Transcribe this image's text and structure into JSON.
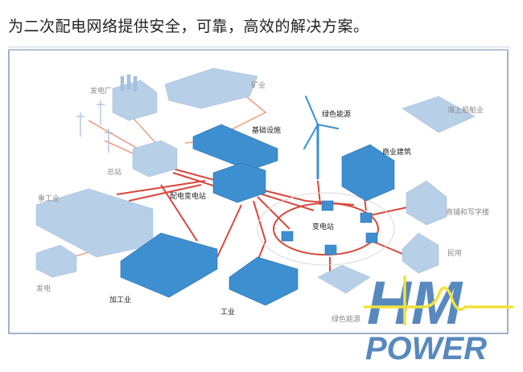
{
  "headline": "为二次配电网络提供安全，可靠，高效的解决方案。",
  "diagram": {
    "type": "power-distribution-network",
    "nodes": [
      {
        "id": "power-plant",
        "label": "发电厂",
        "style": "light"
      },
      {
        "id": "mining",
        "label": "矿业",
        "style": "light"
      },
      {
        "id": "infrastructure",
        "label": "基础设施",
        "style": "dark"
      },
      {
        "id": "green-energy-wind",
        "label": "绿色能源",
        "style": "dark"
      },
      {
        "id": "offshore-marine",
        "label": "海上船舶业",
        "style": "light"
      },
      {
        "id": "main-station",
        "label": "总站",
        "style": "light"
      },
      {
        "id": "commercial-building",
        "label": "商业建筑",
        "style": "dark"
      },
      {
        "id": "heavy-industry",
        "label": "重工业",
        "style": "light"
      },
      {
        "id": "distribution-substation",
        "label": "配电变电站",
        "style": "dark"
      },
      {
        "id": "substation-ring",
        "label": "变电站",
        "style": "dark"
      },
      {
        "id": "shops-offices",
        "label": "商铺和写字楼",
        "style": "light"
      },
      {
        "id": "residential",
        "label": "民用",
        "style": "light"
      },
      {
        "id": "generation",
        "label": "发电",
        "style": "light"
      },
      {
        "id": "processing-industry",
        "label": "加工业",
        "style": "dark"
      },
      {
        "id": "industry",
        "label": "工业",
        "style": "dark"
      },
      {
        "id": "green-energy-solar",
        "label": "绿色能源",
        "style": "light"
      }
    ],
    "edges": [
      [
        "power-plant",
        "main-station"
      ],
      [
        "mining",
        "distribution-substation"
      ],
      [
        "main-station",
        "distribution-substation"
      ],
      [
        "heavy-industry",
        "distribution-substation"
      ],
      [
        "generation",
        "heavy-industry"
      ],
      [
        "infrastructure",
        "distribution-substation"
      ],
      [
        "distribution-substation",
        "substation-ring"
      ],
      [
        "distribution-substation",
        "processing-industry"
      ],
      [
        "distribution-substation",
        "industry"
      ],
      [
        "green-energy-wind",
        "substation-ring"
      ],
      [
        "commercial-building",
        "substation-ring"
      ],
      [
        "substation-ring",
        "shops-offices"
      ],
      [
        "substation-ring",
        "residential"
      ],
      [
        "substation-ring",
        "green-energy-solar"
      ]
    ],
    "colors": {
      "cable": "#d9473c",
      "cable_light": "#f0a08a",
      "building_dark": "#3d8fd0",
      "building_light": "#b8cfe8",
      "frame": "#9fb4cc"
    }
  },
  "logo": {
    "top": "HM",
    "bottom": "POWER",
    "color": "#4a7fb8",
    "accent": "#f2e23a"
  }
}
